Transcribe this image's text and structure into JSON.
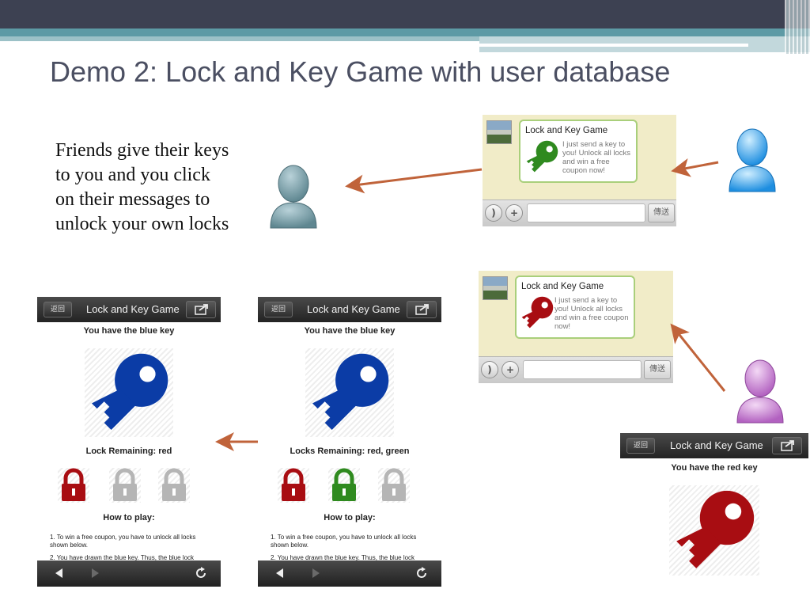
{
  "slide": {
    "title": "Demo 2: Lock and Key Game with user database",
    "body": "Friends give their keys to you and you click on their messages to unlock your own locks"
  },
  "colors": {
    "arrow": "#c0633a",
    "blue_key": "#0b3ca6",
    "red_key": "#a80d12",
    "green_key": "#2f8a1f",
    "lock_gray": "#b5b5b5"
  },
  "chat_top": {
    "title": "Lock and Key Game",
    "message": "I just send a key to you! Unlock all locks and win a free coupon now!",
    "send_label": "傳送",
    "key_color": "green"
  },
  "chat_bottom": {
    "title": "Lock and Key Game",
    "message": "I just send a key to you! Unlock all locks and win a free coupon now!",
    "send_label": "傳送",
    "key_color": "red"
  },
  "phone_left": {
    "back_label": "返回",
    "title": "Lock and Key Game",
    "key_heading": "You have the blue key",
    "locks_heading": "Lock Remaining: red",
    "how_heading": "How to play:",
    "instruction_1": "1. To win a free coupon, you have to unlock all locks shown below.",
    "instruction_2": "2. You have drawn the blue key. Thus, the blue lock"
  },
  "phone_middle": {
    "back_label": "返回",
    "title": "Lock and Key Game",
    "key_heading": "You have the blue key",
    "locks_heading": "Locks Remaining: red, green",
    "how_heading": "How to play:",
    "instruction_1": "1. To win a free coupon, you have to unlock all locks shown below.",
    "instruction_2": "2. You have drawn the blue key. Thus, the blue lock"
  },
  "phone_right": {
    "back_label": "返回",
    "title": "Lock and Key Game",
    "key_heading": "You have the red key"
  },
  "icons": {
    "back_nav": "triangle-left-icon",
    "forward_nav": "triangle-right-icon",
    "refresh": "refresh-icon",
    "share": "share-icon",
    "voice": "voice-icon",
    "plus": "plus-icon"
  }
}
